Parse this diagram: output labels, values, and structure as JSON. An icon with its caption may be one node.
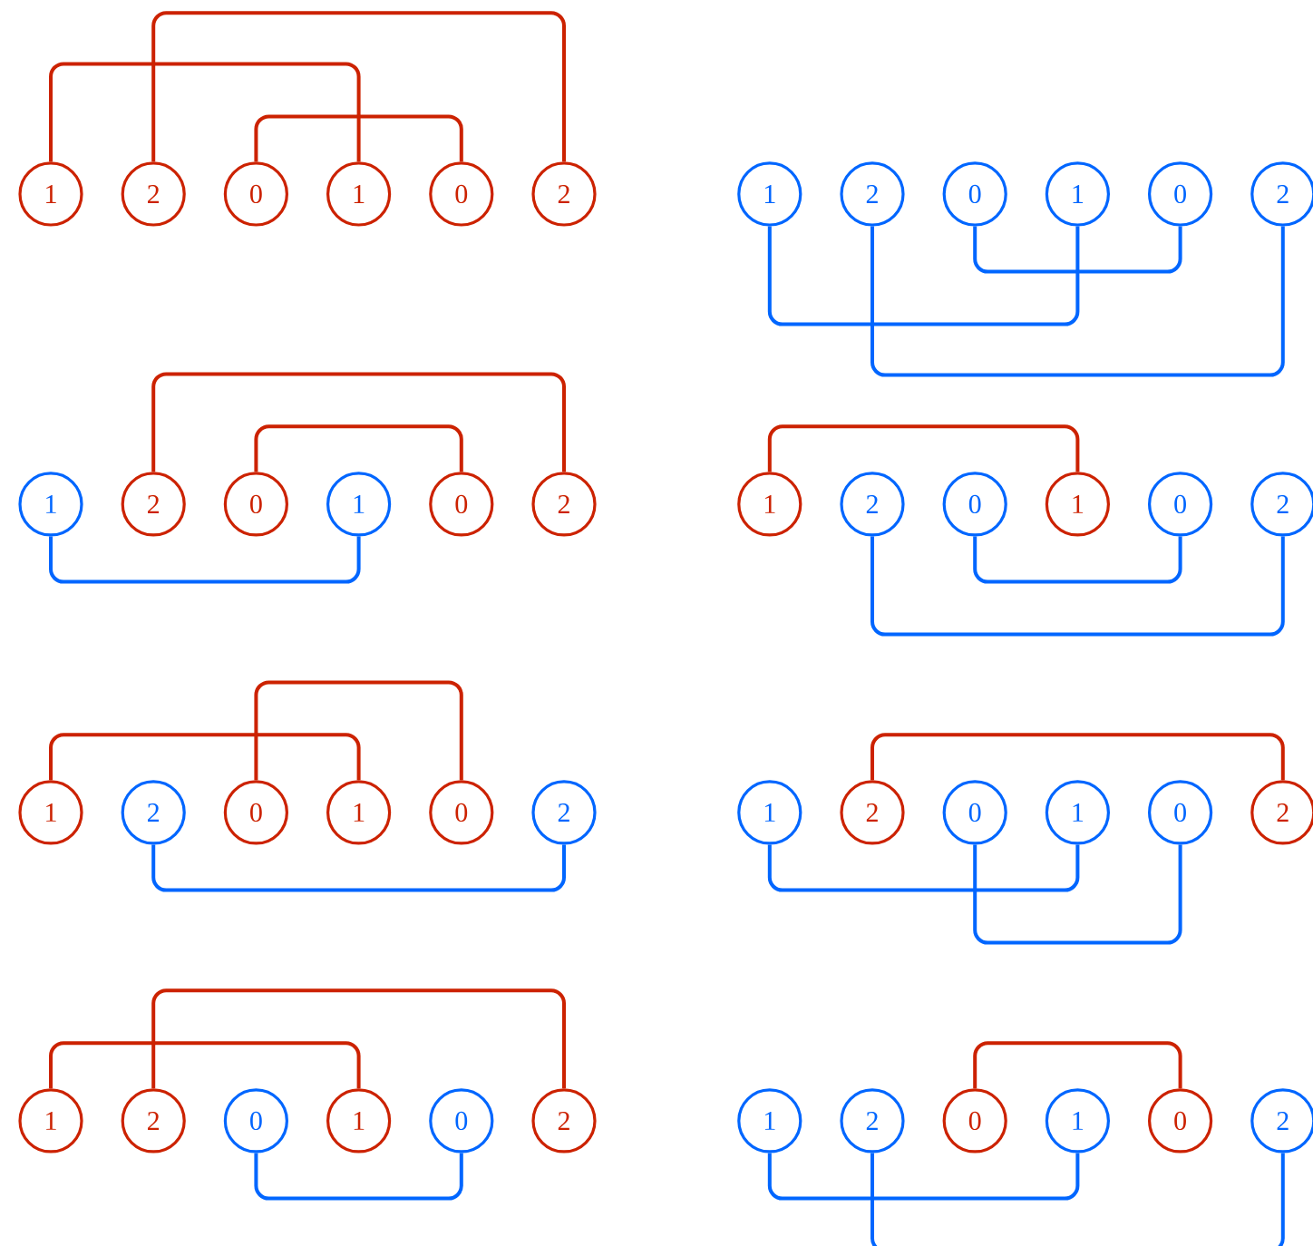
{
  "diagram": {
    "nodes": [
      {
        "text": [
          "1"
        ]
      },
      {
        "text": [
          "2"
        ]
      },
      {
        "text": [
          "0"
        ]
      },
      {
        "text": [
          "1"
        ]
      },
      {
        "text": [
          "0"
        ]
      },
      {
        "text": [
          "2"
        ]
      },
      {
        "text": [
          "1"
        ]
      },
      {
        "text": [
          "2"
        ]
      },
      {
        "text": [
          "0"
        ]
      },
      {
        "text": [
          "1"
        ]
      },
      {
        "text": [
          "0"
        ]
      },
      {
        "text": [
          "2"
        ]
      },
      {
        "text": [
          "1"
        ]
      },
      {
        "text": [
          "2"
        ]
      },
      {
        "text": [
          "0"
        ]
      },
      {
        "text": [
          "1"
        ]
      },
      {
        "text": [
          "0"
        ]
      },
      {
        "text": [
          "2"
        ]
      },
      {
        "text": [
          "1"
        ]
      },
      {
        "text": [
          "2"
        ]
      },
      {
        "text": [
          "0"
        ]
      },
      {
        "text": [
          "1"
        ]
      },
      {
        "text": [
          "0"
        ]
      },
      {
        "text": [
          "2"
        ]
      },
      {
        "text": [
          "1"
        ]
      },
      {
        "text": [
          "2"
        ]
      },
      {
        "text": [
          "0"
        ]
      },
      {
        "text": [
          "1"
        ]
      },
      {
        "text": [
          "0"
        ]
      },
      {
        "text": [
          "2"
        ]
      },
      {
        "text": [
          "1"
        ]
      },
      {
        "text": [
          "2"
        ]
      },
      {
        "text": [
          "0"
        ]
      },
      {
        "text": [
          "1"
        ]
      },
      {
        "text": [
          "0"
        ]
      },
      {
        "text": [
          "2"
        ]
      },
      {
        "text": [
          "1"
        ]
      },
      {
        "text": [
          "2"
        ]
      },
      {
        "text": [
          "0"
        ]
      },
      {
        "text": [
          "1"
        ]
      },
      {
        "text": [
          "0"
        ]
      },
      {
        "text": [
          "2"
        ]
      },
      {
        "text": [
          "1"
        ]
      },
      {
        "text": [
          "2"
        ]
      },
      {
        "text": [
          "0"
        ]
      },
      {
        "text": [
          "1"
        ]
      },
      {
        "text": [
          "0"
        ]
      },
      {
        "text": [
          "2"
        ]
      }
    ],
    "edges": [
      {
        "from": 0,
        "to": 3,
        "arrow": "none",
        "color": "#cc2200"
      },
      {
        "from": 1,
        "to": 5,
        "arrow": "none",
        "color": "#cc2200"
      },
      {
        "from": 2,
        "to": 4,
        "arrow": "none",
        "color": "#cc2200"
      },
      {
        "from": 6,
        "to": 9,
        "arrow": "none",
        "color": "#0066ff"
      },
      {
        "from": 7,
        "to": 11,
        "arrow": "none",
        "color": "#0066ff"
      },
      {
        "from": 8,
        "to": 10,
        "arrow": "none",
        "color": "#0066ff"
      },
      {
        "from": 12,
        "to": 15,
        "arrow": "none",
        "color": "#0066ff"
      },
      {
        "from": 13,
        "to": 17,
        "arrow": "none",
        "color": "#cc2200"
      },
      {
        "from": 14,
        "to": 16,
        "arrow": "none",
        "color": "#cc2200"
      },
      {
        "from": 18,
        "to": 21,
        "arrow": "none",
        "color": "#cc2200"
      },
      {
        "from": 19,
        "to": 23,
        "arrow": "none",
        "color": "#0066ff"
      },
      {
        "from": 20,
        "to": 22,
        "arrow": "none",
        "color": "#0066ff"
      },
      {
        "from": 24,
        "to": 27,
        "arrow": "none",
        "color": "#cc2200"
      },
      {
        "from": 25,
        "to": 29,
        "arrow": "none",
        "color": "#0066ff"
      },
      {
        "from": 26,
        "to": 28,
        "arrow": "none",
        "color": "#cc2200"
      },
      {
        "from": 30,
        "to": 33,
        "arrow": "none",
        "color": "#0066ff"
      },
      {
        "from": 31,
        "to": 35,
        "arrow": "none",
        "color": "#cc2200"
      },
      {
        "from": 32,
        "to": 34,
        "arrow": "none",
        "color": "#0066ff"
      },
      {
        "from": 36,
        "to": 39,
        "arrow": "none",
        "color": "#cc2200"
      },
      {
        "from": 37,
        "to": 41,
        "arrow": "none",
        "color": "#cc2200"
      },
      {
        "from": 38,
        "to": 40,
        "arrow": "none",
        "color": "#0066ff"
      },
      {
        "from": 42,
        "to": 45,
        "arrow": "none",
        "color": "#0066ff"
      },
      {
        "from": 43,
        "to": 47,
        "arrow": "none",
        "color": "#0066ff"
      },
      {
        "from": 44,
        "to": 46,
        "arrow": "none",
        "color": "#cc2200"
      }
    ]
  }
}
